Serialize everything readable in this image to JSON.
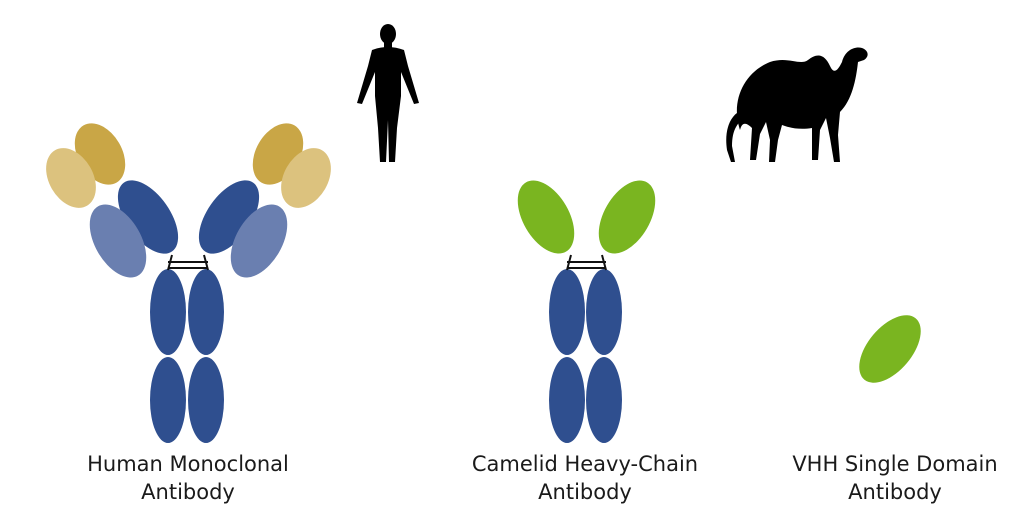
{
  "colors": {
    "heavy_chain_constant": "#2f4f8f",
    "heavy_chain_variable_light": "#6a7fb0",
    "light_chain_dark": "#c9a646",
    "light_chain_light": "#dcc27e",
    "vhh_green": "#7ab520",
    "silhouette": "#000000",
    "linker": "#111111"
  },
  "icons": {
    "human": "human-silhouette-icon",
    "camel": "camel-silhouette-icon"
  },
  "labels": {
    "human_line1": "Human Monoclonal",
    "human_line2": "Antibody",
    "camelid_line1": "Camelid Heavy-Chain",
    "camelid_line2": "Antibody",
    "vhh_line1": "VHH Single Domain",
    "vhh_line2": "Antibody"
  }
}
